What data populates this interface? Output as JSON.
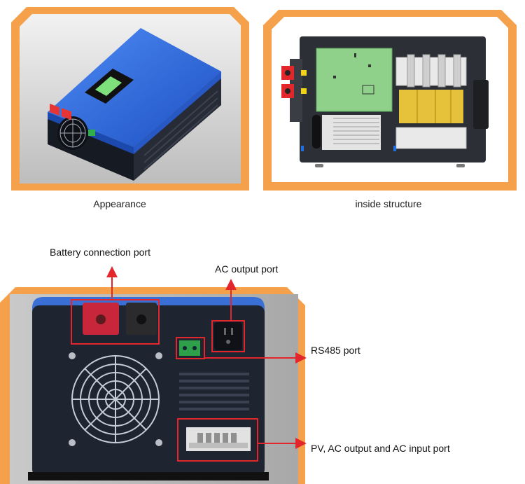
{
  "figure1": {
    "caption": "Appearance"
  },
  "figure2": {
    "caption": "inside structure"
  },
  "figure3": {
    "callouts": {
      "battery": "Battery connection port",
      "ac_output": "AC output port",
      "rs485": "RS485 port",
      "terminal": "PV, AC output and AC input port"
    }
  },
  "colors": {
    "frame_orange": "#f5a04a",
    "callout_red": "#e3262b",
    "case_blue": "#2f6fe0",
    "case_dark": "#1e2430",
    "pcb_green": "#8fd08a",
    "transformer_yellow": "#e6c23a"
  }
}
